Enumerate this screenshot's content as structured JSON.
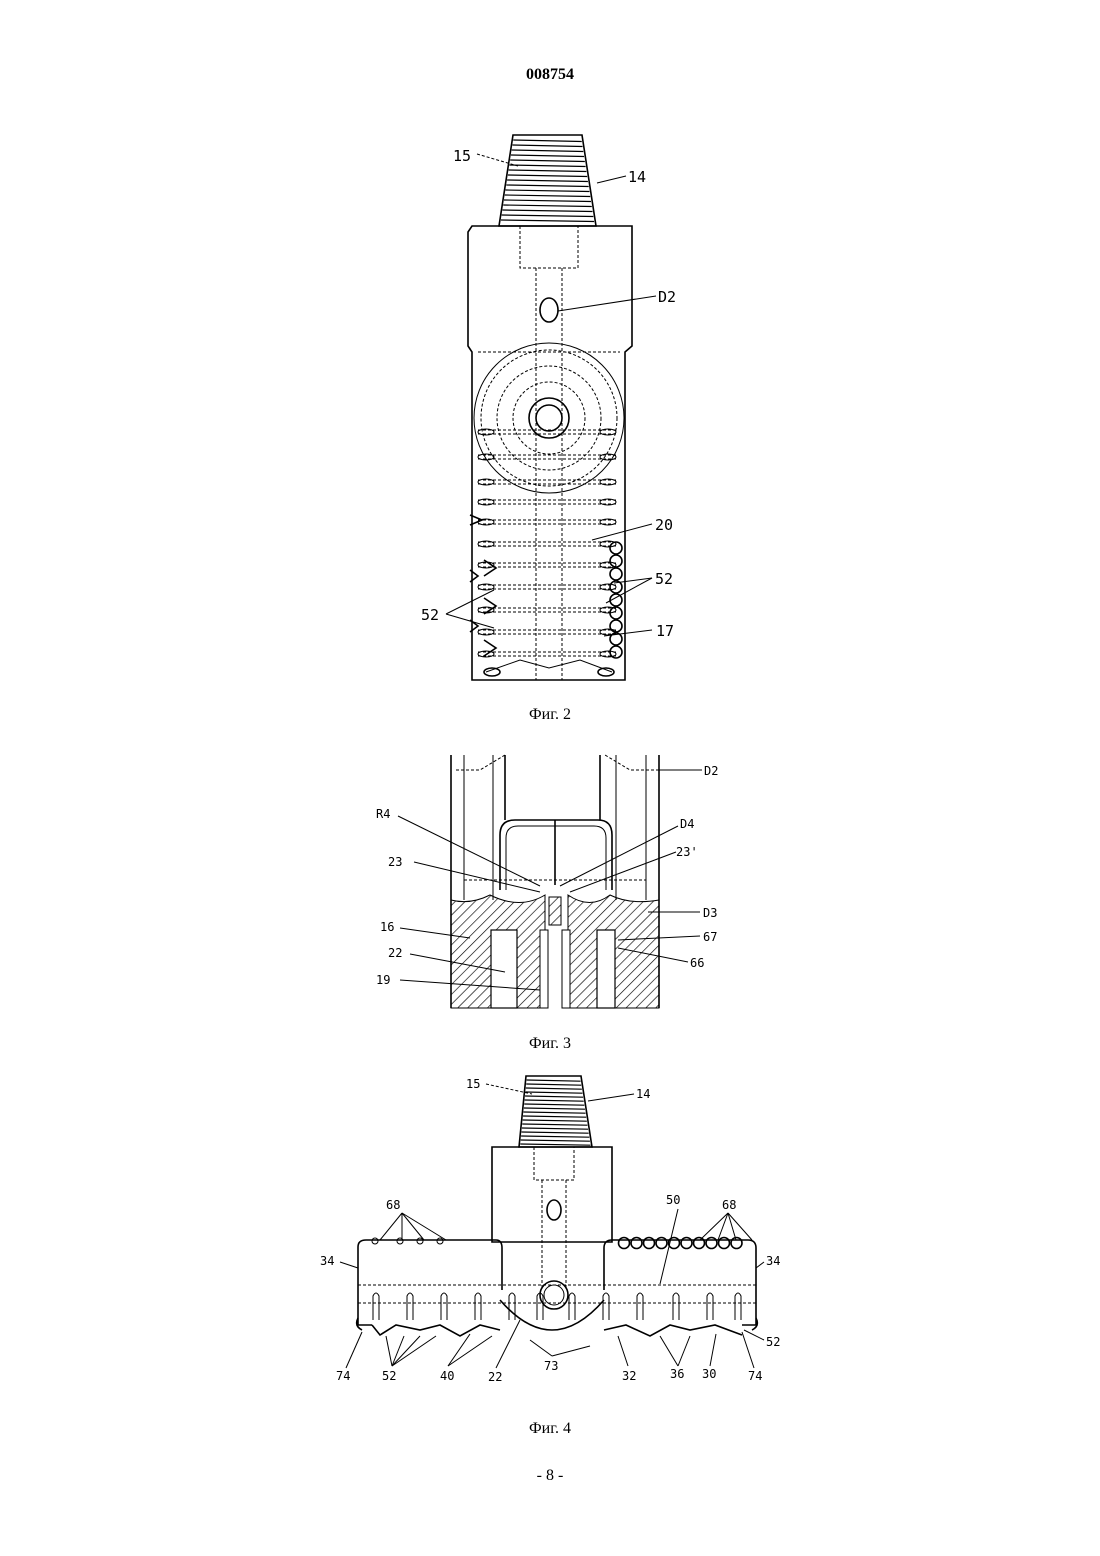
{
  "header": {
    "doc_number": "008754"
  },
  "figures": [
    {
      "caption": "Фиг. 2",
      "labels": {
        "l15": "15",
        "l14": "14",
        "lD2": "D2",
        "l20": "20",
        "l52r": "52",
        "l52l": "52",
        "l17": "17"
      }
    },
    {
      "caption": "Фиг. 3",
      "labels": {
        "lD2": "D2",
        "lR4": "R4",
        "lD4": "D4",
        "l23": "23",
        "l23p": "23'",
        "l16": "16",
        "lD3": "D3",
        "l22": "22",
        "l67": "67",
        "l66": "66",
        "l19": "19"
      }
    },
    {
      "caption": "Фиг. 4",
      "labels": {
        "l15": "15",
        "l14": "14",
        "l68l": "68",
        "l50": "50",
        "l68r": "68",
        "l34l": "34",
        "l34r": "34",
        "l52r": "52",
        "l74l": "74",
        "l52b": "52",
        "l40": "40",
        "l22": "22",
        "l73": "73",
        "l32": "32",
        "l36": "36",
        "l30": "30",
        "l74r": "74"
      }
    }
  ],
  "footer": {
    "page_number": "- 8 -"
  }
}
